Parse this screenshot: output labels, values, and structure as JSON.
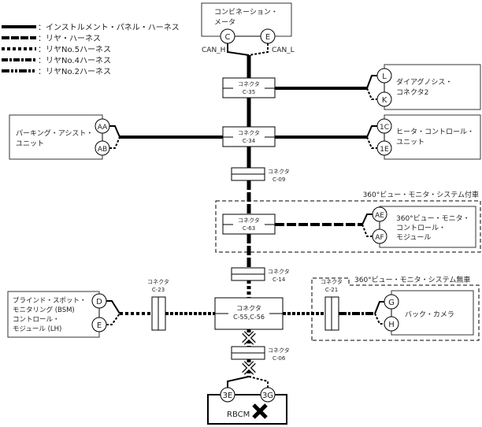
{
  "legend": [
    {
      "style": "solid",
      "label": "：インストルメント・パネル・ハーネス"
    },
    {
      "style": "dash",
      "label": "：リヤ・ハーネス"
    },
    {
      "style": "dot",
      "label": "：リヤNo.5ハーネス"
    },
    {
      "style": "dashdot",
      "label": "：リヤNo.4ハーネス"
    },
    {
      "style": "dashdotdot",
      "label": "：リヤNo.2ハーネス"
    }
  ],
  "units": {
    "meter": {
      "line1": "コンビネーション・",
      "line2": "メータ",
      "pin_left": "C",
      "pin_right": "E",
      "can_h": "CAN_H",
      "can_l": "CAN_L"
    },
    "diag": {
      "line1": "ダイアグノシス・",
      "line2": "コネクタ2",
      "pin_top": "L",
      "pin_bottom": "K"
    },
    "heater": {
      "line1": "ヒータ・コントロール・",
      "line2": "ユニット",
      "pin_top": "1C",
      "pin_bottom": "1E"
    },
    "parking": {
      "line1": "パーキング・アシスト・",
      "line2": "ユニット",
      "pin_top": "AA",
      "pin_bottom": "AB"
    },
    "avm": {
      "line1": "360°ビュー・モニタ・",
      "line2": "コントロール・",
      "line3": "モジュール",
      "pin_top": "AE",
      "pin_bottom": "AF"
    },
    "bsm": {
      "line1": "ブラインド・スポット・",
      "line2": "モニタリング (BSM)",
      "line3": "コントロール・",
      "line4": "モジュール (LH)",
      "pin_top": "D",
      "pin_bottom": "E"
    },
    "camera": {
      "line1": "バック・カメラ",
      "pin_top": "G",
      "pin_bottom": "H"
    },
    "rbcm": {
      "label": "RBCM",
      "pin_left": "3E",
      "pin_right": "3G"
    }
  },
  "connectors": {
    "c35": {
      "line1": "コネクタ",
      "line2": "C-35"
    },
    "c34": {
      "line1": "コネクタ",
      "line2": "C-34"
    },
    "c09": {
      "line1": "コネクタ",
      "line2": "C-09"
    },
    "c63": {
      "line1": "コネクタ",
      "line2": "C-63"
    },
    "c14": {
      "line1": "コネクタ",
      "line2": "C-14"
    },
    "c55": {
      "line1": "コネクタ",
      "line2": "C-55,C-56"
    },
    "c06": {
      "line1": "コネクタ",
      "line2": "C-06"
    },
    "c23": {
      "line1": "コネクタ",
      "line2": "C-23"
    },
    "c21": {
      "line1": "コネクタ",
      "line2": "C-21"
    }
  },
  "regions": {
    "with_avm": "360°ビュー・モニタ・システム付車",
    "without_avm": "360°ビュー・モニタ・システム無車"
  },
  "colors": {
    "line": "#000000",
    "text": "#222222"
  }
}
